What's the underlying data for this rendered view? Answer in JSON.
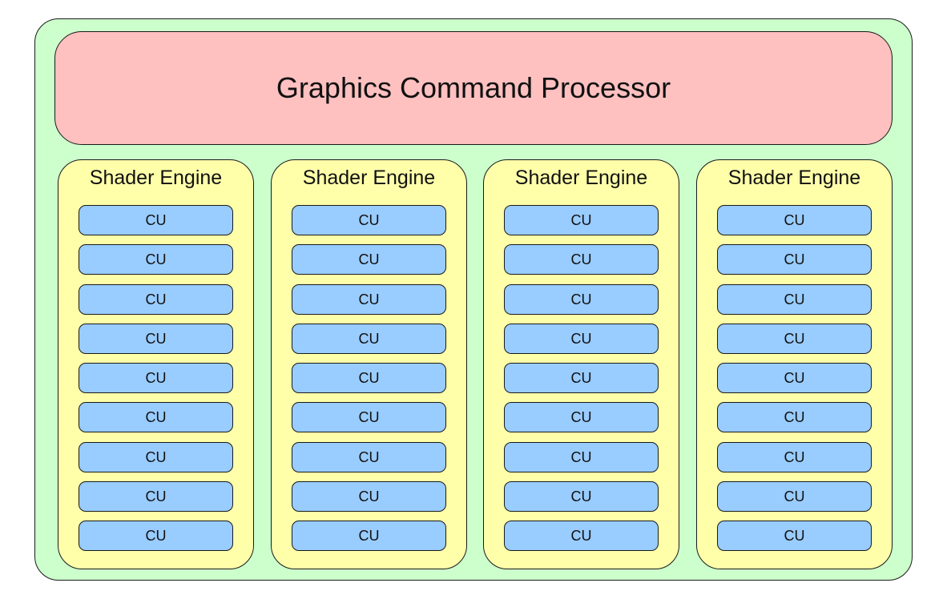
{
  "command_processor": {
    "label": "Graphics Command Processor"
  },
  "shader_engines": [
    {
      "title": "Shader Engine",
      "cus": [
        "CU",
        "CU",
        "CU",
        "CU",
        "CU",
        "CU",
        "CU",
        "CU",
        "CU"
      ]
    },
    {
      "title": "Shader Engine",
      "cus": [
        "CU",
        "CU",
        "CU",
        "CU",
        "CU",
        "CU",
        "CU",
        "CU",
        "CU"
      ]
    },
    {
      "title": "Shader Engine",
      "cus": [
        "CU",
        "CU",
        "CU",
        "CU",
        "CU",
        "CU",
        "CU",
        "CU",
        "CU"
      ]
    },
    {
      "title": "Shader Engine",
      "cus": [
        "CU",
        "CU",
        "CU",
        "CU",
        "CU",
        "CU",
        "CU",
        "CU",
        "CU"
      ]
    }
  ],
  "colors": {
    "outer_fill": "#ccffcc",
    "command_processor_fill": "#ffc0c0",
    "shader_engine_fill": "#ffffaa",
    "cu_fill": "#99ccff"
  }
}
